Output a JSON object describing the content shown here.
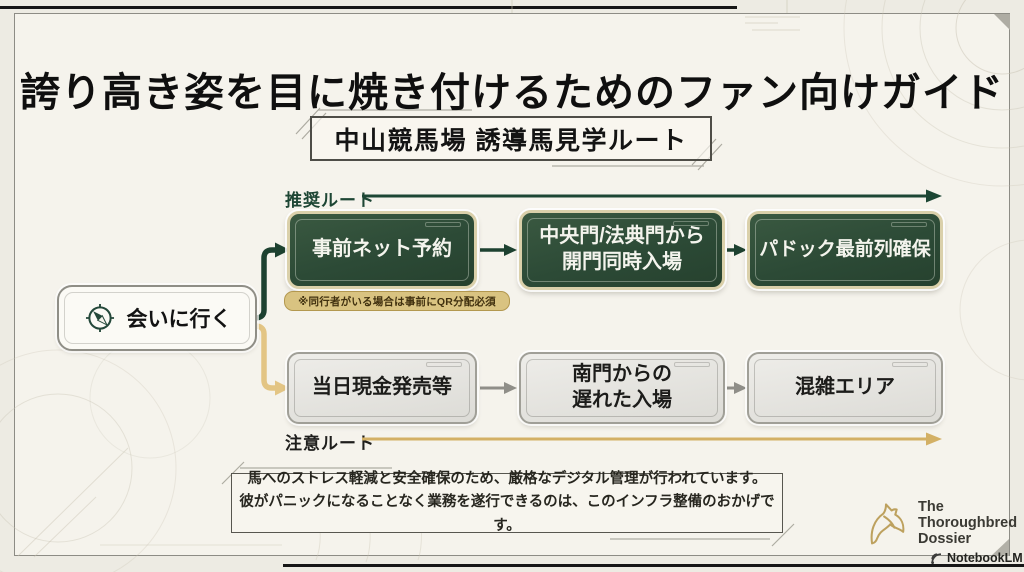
{
  "slide": {
    "title": "誇り高き姿を目に焼き付けるためのファン向けガイド",
    "subtitle": "中山競馬場 誘導馬見学ルート"
  },
  "start_node": {
    "label": "会いに行く",
    "icon": "compass-icon"
  },
  "recommended_route": {
    "label": "推奨ルート",
    "accent_color": "#1d4634",
    "steps": [
      {
        "lines": [
          "事前ネット予約"
        ],
        "note": "※同行者がいる場合は事前にQR分配必須"
      },
      {
        "lines": [
          "中央門/法典門から",
          "開門同時入場"
        ]
      },
      {
        "lines": [
          "パドック最前列確保"
        ]
      }
    ]
  },
  "caution_route": {
    "label": "注意ルート",
    "accent_color": "#d3b065",
    "steps": [
      {
        "lines": [
          "当日現金発売等"
        ]
      },
      {
        "lines": [
          "南門からの",
          "遅れた入場"
        ]
      },
      {
        "lines": [
          "混雑エリア"
        ]
      }
    ]
  },
  "footer_note": {
    "line1": "馬へのストレス軽減と安全確保のため、厳格なデジタル管理が行われています。",
    "line2": "彼がパニックになることなく業務を遂行できるのは、このインフラ整備のおかげです。"
  },
  "branding": {
    "logo_icon": "horse-head-icon",
    "name_lines": [
      "The",
      "Thoroughbred",
      "Dossier"
    ],
    "attribution_icon": "notebooklm-icon",
    "attribution": "NotebookLM"
  }
}
